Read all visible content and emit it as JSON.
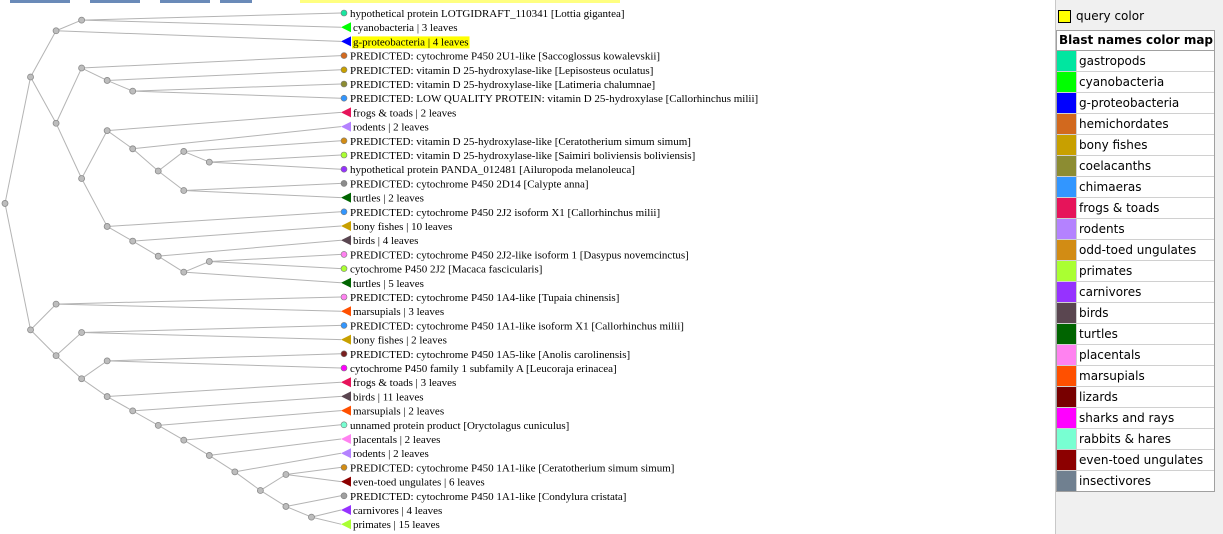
{
  "colors": {
    "query": "#ffff00",
    "branch_line": "#b4b4b4",
    "node_fill": "#bdbdbd"
  },
  "tree": {
    "leaves": [
      {
        "text": "hypothetical protein LOTGIDRAFT_110341 [Lottia gigantea]",
        "kind": "circle",
        "color": "#19e6a0",
        "highlight": false
      },
      {
        "text": "cyanobacteria | 3 leaves",
        "kind": "triangle",
        "color": "#00ff00",
        "highlight": false
      },
      {
        "text": "g-proteobacteria | 4 leaves",
        "kind": "triangle",
        "color": "#0000ff",
        "highlight": true
      },
      {
        "text": "PREDICTED: cytochrome P450 2U1-like [Saccoglossus kowalevskii]",
        "kind": "circle",
        "color": "#d2691e",
        "highlight": false
      },
      {
        "text": "PREDICTED: vitamin D 25-hydroxylase-like [Lepisosteus oculatus]",
        "kind": "circle",
        "color": "#c8a000",
        "highlight": false
      },
      {
        "text": "PREDICTED: vitamin D 25-hydroxylase-like [Latimeria chalumnae]",
        "kind": "circle",
        "color": "#8c8c32",
        "highlight": false
      },
      {
        "text": "PREDICTED: LOW QUALITY PROTEIN: vitamin D 25-hydroxylase [Callorhinchus milii]",
        "kind": "circle",
        "color": "#3296ff",
        "highlight": false
      },
      {
        "text": "frogs & toads | 2 leaves",
        "kind": "triangle",
        "color": "#e6145a",
        "highlight": false
      },
      {
        "text": "rodents | 2 leaves",
        "kind": "triangle",
        "color": "#b482ff",
        "highlight": false
      },
      {
        "text": "PREDICTED: vitamin D 25-hydroxylase-like [Ceratotherium simum simum]",
        "kind": "circle",
        "color": "#d28c14",
        "highlight": false
      },
      {
        "text": "PREDICTED: vitamin D 25-hydroxylase-like [Saimiri boliviensis boliviensis]",
        "kind": "circle",
        "color": "#aaff32",
        "highlight": false
      },
      {
        "text": "hypothetical protein PANDA_012481 [Ailuropoda melanoleuca]",
        "kind": "circle",
        "color": "#9632ff",
        "highlight": false
      },
      {
        "text": "PREDICTED: cytochrome P450 2D14 [Calypte anna]",
        "kind": "circle",
        "color": "#8c8c8c",
        "highlight": false
      },
      {
        "text": "turtles | 2 leaves",
        "kind": "triangle",
        "color": "#006400",
        "highlight": false
      },
      {
        "text": "PREDICTED: cytochrome P450 2J2 isoform X1 [Callorhinchus milii]",
        "kind": "circle",
        "color": "#3296ff",
        "highlight": false
      },
      {
        "text": "bony fishes | 10 leaves",
        "kind": "triangle",
        "color": "#c8a000",
        "highlight": false
      },
      {
        "text": "birds | 4 leaves",
        "kind": "triangle",
        "color": "#5a4650",
        "highlight": false
      },
      {
        "text": "PREDICTED: cytochrome P450 2J2-like isoform 1 [Dasypus novemcinctus]",
        "kind": "circle",
        "color": "#ff82f0",
        "highlight": false
      },
      {
        "text": "cytochrome P450 2J2 [Macaca fascicularis]",
        "kind": "circle",
        "color": "#aaff32",
        "highlight": false
      },
      {
        "text": "turtles | 5 leaves",
        "kind": "triangle",
        "color": "#006400",
        "highlight": false
      },
      {
        "text": "PREDICTED: cytochrome P450 1A4-like [Tupaia chinensis]",
        "kind": "circle",
        "color": "#ff82f0",
        "highlight": false
      },
      {
        "text": "marsupials | 3 leaves",
        "kind": "triangle",
        "color": "#ff5000",
        "highlight": false
      },
      {
        "text": "PREDICTED: cytochrome P450 1A1-like isoform X1 [Callorhinchus milii]",
        "kind": "circle",
        "color": "#3296ff",
        "highlight": false
      },
      {
        "text": "bony fishes | 2 leaves",
        "kind": "triangle",
        "color": "#c8a000",
        "highlight": false
      },
      {
        "text": "PREDICTED: cytochrome P450 1A5-like [Anolis carolinensis]",
        "kind": "circle",
        "color": "#781e1e",
        "highlight": false
      },
      {
        "text": "cytochrome P450 family 1 subfamily A [Leucoraja erinacea]",
        "kind": "circle",
        "color": "#ff00ff",
        "highlight": false
      },
      {
        "text": "frogs & toads | 3 leaves",
        "kind": "triangle",
        "color": "#e6145a",
        "highlight": false
      },
      {
        "text": "birds | 11 leaves",
        "kind": "triangle",
        "color": "#5a4650",
        "highlight": false
      },
      {
        "text": "marsupials | 2 leaves",
        "kind": "triangle",
        "color": "#ff5000",
        "highlight": false
      },
      {
        "text": "unnamed protein product [Oryctolagus cuniculus]",
        "kind": "circle",
        "color": "#78ffd2",
        "highlight": false
      },
      {
        "text": "placentals | 2 leaves",
        "kind": "triangle",
        "color": "#ff82f0",
        "highlight": false
      },
      {
        "text": "rodents | 2 leaves",
        "kind": "triangle",
        "color": "#b482ff",
        "highlight": false
      },
      {
        "text": "PREDICTED: cytochrome P450 1A1-like [Ceratotherium simum simum]",
        "kind": "circle",
        "color": "#d28c14",
        "highlight": false
      },
      {
        "text": "even-toed ungulates | 6 leaves",
        "kind": "triangle",
        "color": "#8c0000",
        "highlight": false
      },
      {
        "text": "PREDICTED: cytochrome P450 1A1-like [Condylura cristata]",
        "kind": "circle",
        "color": "#a0a0a0",
        "highlight": false
      },
      {
        "text": "carnivores | 4 leaves",
        "kind": "triangle",
        "color": "#9632ff",
        "highlight": false
      },
      {
        "text": "primates | 15 leaves",
        "kind": "triangle",
        "color": "#aaff32",
        "highlight": false
      }
    ]
  },
  "query_legend": {
    "label": "query color"
  },
  "legend": {
    "title": "Blast names color map",
    "items": [
      {
        "label": "gastropods",
        "color": "#00e6a0"
      },
      {
        "label": "cyanobacteria",
        "color": "#00ff00"
      },
      {
        "label": "g-proteobacteria",
        "color": "#0000ff"
      },
      {
        "label": "hemichordates",
        "color": "#d2691e"
      },
      {
        "label": "bony fishes",
        "color": "#c8a000"
      },
      {
        "label": "coelacanths",
        "color": "#8c8c32"
      },
      {
        "label": "chimaeras",
        "color": "#3296ff"
      },
      {
        "label": "frogs & toads",
        "color": "#e6145a"
      },
      {
        "label": "rodents",
        "color": "#b482ff"
      },
      {
        "label": "odd-toed ungulates",
        "color": "#d28c14"
      },
      {
        "label": "primates",
        "color": "#aaff32"
      },
      {
        "label": "carnivores",
        "color": "#9632ff"
      },
      {
        "label": "birds",
        "color": "#5a4650"
      },
      {
        "label": "turtles",
        "color": "#006400"
      },
      {
        "label": "placentals",
        "color": "#ff82f0"
      },
      {
        "label": "marsupials",
        "color": "#ff5000"
      },
      {
        "label": "lizards",
        "color": "#780000"
      },
      {
        "label": "sharks and rays",
        "color": "#ff00ff"
      },
      {
        "label": "rabbits & hares",
        "color": "#78ffd2"
      },
      {
        "label": "even-toed ungulates",
        "color": "#8c0000"
      },
      {
        "label": "insectivores",
        "color": "#708090"
      }
    ]
  }
}
